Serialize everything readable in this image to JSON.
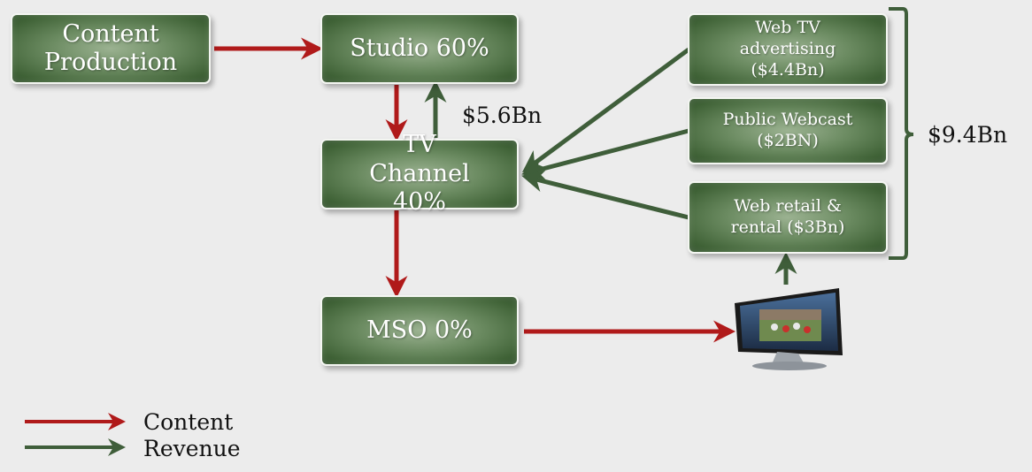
{
  "nodes": {
    "content_production": "Content Production",
    "studio": "Studio 60%",
    "tv_channel": "TV Channel 40%",
    "mso": "MSO 0%",
    "web_tv_advertising": "Web TV advertising ($4.4Bn)",
    "public_webcast": "Public Webcast ($2BN)",
    "web_retail_rental": "Web retail & rental ($3Bn)"
  },
  "labels": {
    "studio_revenue": "$5.6Bn",
    "web_total": "$9.4Bn"
  },
  "legend": {
    "content": "Content",
    "revenue": "Revenue"
  },
  "colors": {
    "content_arrow": "#b01a1a",
    "revenue_arrow": "#3f5e3a",
    "box_green": "#5d7d54"
  },
  "icons": {
    "monitor": "computer-monitor-icon"
  }
}
